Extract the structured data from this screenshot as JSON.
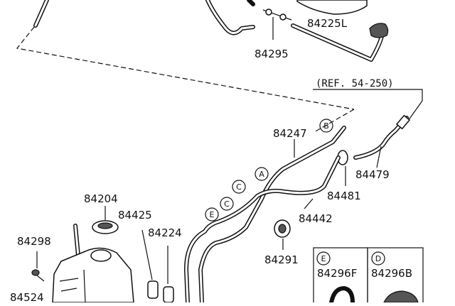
{
  "labels": {
    "p84225L": "84225L",
    "p84295": "84295",
    "ref": "(REF. 54-250)",
    "p84247": "84247",
    "p84479": "84479",
    "p84481": "84481",
    "p84442": "84442",
    "p84204": "84204",
    "p84425": "84425",
    "p84224": "84224",
    "p84298": "84298",
    "p84291": "84291",
    "p84524": "84524",
    "p84296F": "84296F",
    "p84296B": "84296B"
  },
  "callouts": {
    "A": "A",
    "B": "B",
    "C1": "C",
    "C2": "C",
    "E1": "E",
    "box_E": "E",
    "box_D": "D"
  }
}
